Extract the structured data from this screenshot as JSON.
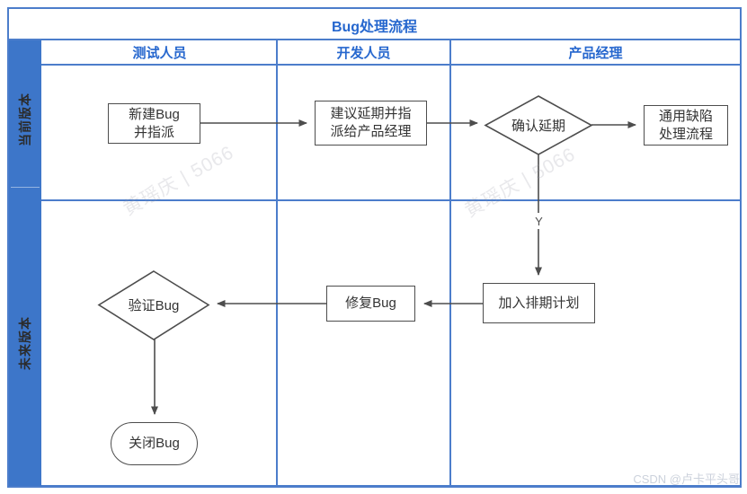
{
  "diagram": {
    "title": "Bug处理流程",
    "columns": [
      {
        "label": "测试人员"
      },
      {
        "label": "开发人员"
      },
      {
        "label": "产品经理"
      }
    ],
    "lanes": [
      {
        "label": "当前版本"
      },
      {
        "label": "未来版本"
      }
    ],
    "nodes": {
      "new_bug": {
        "type": "process",
        "label": "新建Bug\n并指派"
      },
      "suggest_delay": {
        "type": "process",
        "label": "建议延期并指\n派给产品经理"
      },
      "confirm_delay": {
        "type": "decision",
        "label": "确认延期"
      },
      "general_defect": {
        "type": "process",
        "label": "通用缺陷\n处理流程"
      },
      "join_schedule": {
        "type": "process",
        "label": "加入排期计划"
      },
      "fix_bug": {
        "type": "process",
        "label": "修复Bug"
      },
      "verify_bug": {
        "type": "decision",
        "label": "验证Bug"
      },
      "close_bug": {
        "type": "terminator",
        "label": "关闭Bug"
      }
    },
    "edge_labels": {
      "yes": "Y"
    },
    "colors": {
      "grid_blue": "#4C7DCB",
      "lane_fill_blue": "#3D76C9",
      "header_text_blue": "#2667CE",
      "shape_border_gray": "#4D4D4D"
    }
  },
  "watermarks": {
    "diagonal": "黄瑶庆 | 5066",
    "csdn": "CSDN @卢卡平头哥"
  }
}
